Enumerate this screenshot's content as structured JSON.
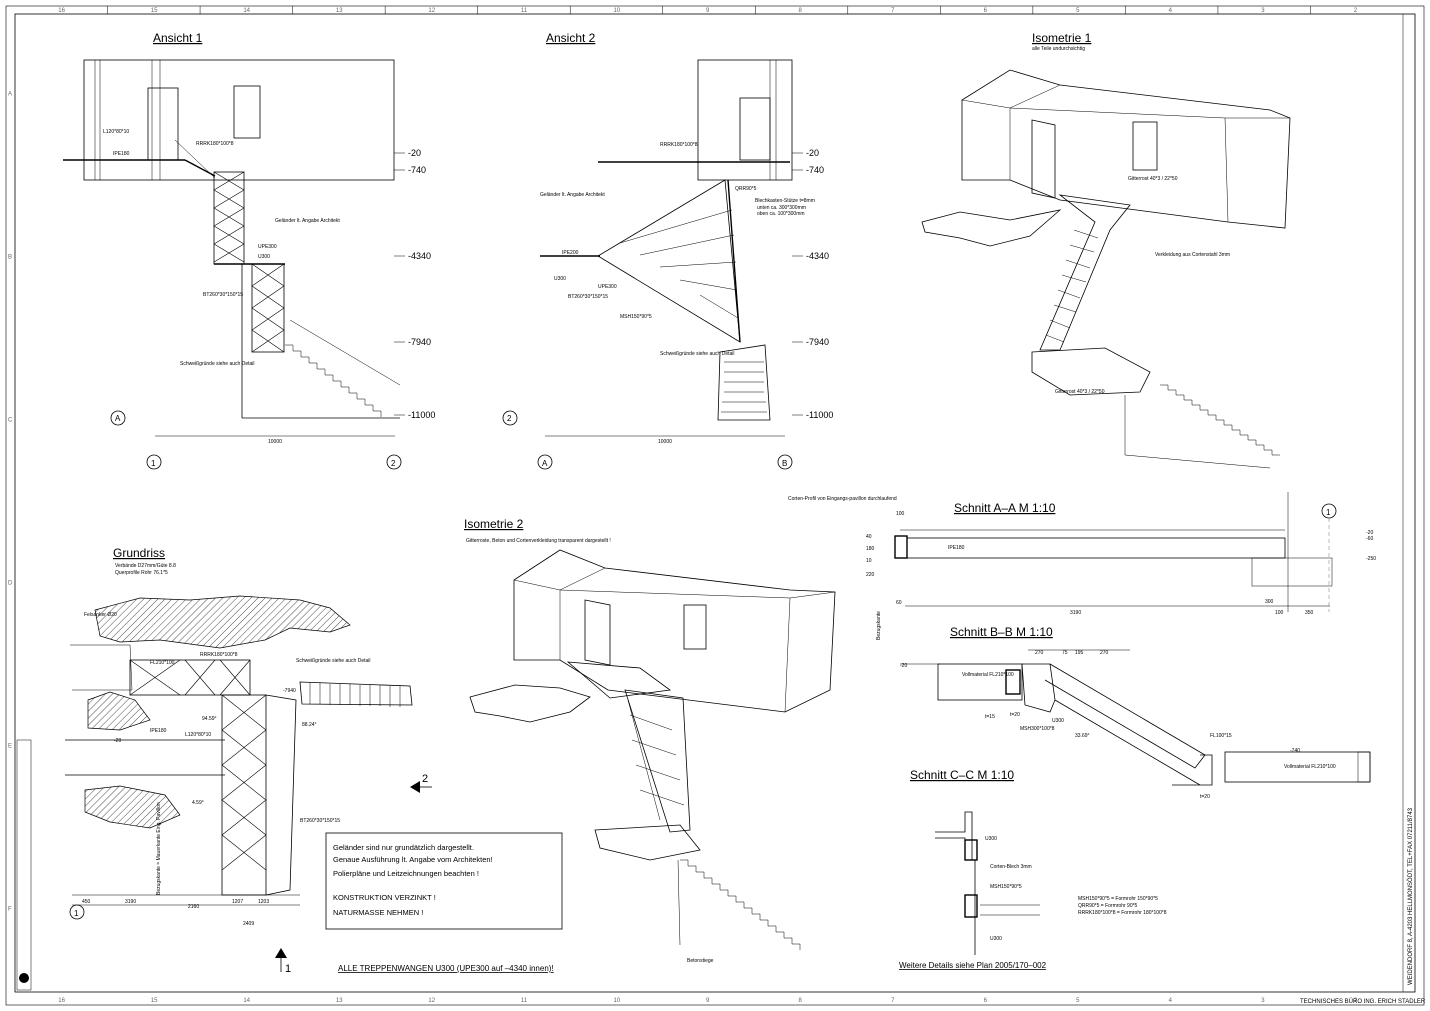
{
  "views": {
    "ansicht1": {
      "title": "Ansicht 1",
      "grid_left": "A",
      "axis_left": "1",
      "axis_right": "2",
      "dim": "10000",
      "labels": [
        "L120*80*10",
        "IPE180",
        "RRRK180*100*8",
        "Geländer lt. Angabe Architekt",
        "UPE300",
        "U300",
        "BT260*30*150*15",
        "Schweißgründe siehe auch Detail"
      ]
    },
    "ansicht2": {
      "title": "Ansicht 2",
      "grid_left": "2",
      "axis_left": "A",
      "axis_right": "B",
      "dim": "10000",
      "labels": [
        "RRRK180*100*8",
        "Geländer lt. Angabe Architekt",
        "IPE200",
        "U300",
        "UPE300",
        "BT260*30*150*15",
        "MSH150*90*5",
        "QRR90*5",
        "Blechkasten-Stütze t=8mm",
        "unten ca. 300*300mm",
        "oben ca. 100*300mm",
        "Schweißgründe siehe auch Detail"
      ]
    },
    "isometrie1": {
      "title": "Isometrie 1",
      "subtitle": "alle Teile undurchsichtig",
      "labels": [
        "Gitterrost 40*3 / 22*50",
        "Verkleidung aus Cortenstahl 3mm",
        "Gitterrost 40*3 / 22*50"
      ]
    },
    "isometrie2": {
      "title": "Isometrie 2",
      "subtitle": "Gitterroste, Beton und Cortenverkleidung transparent dargestellt !",
      "label": "Betonstiege"
    },
    "grundriss": {
      "title": "Grundriss",
      "subtitle1": "Verbände D27mm/Güte 8.8",
      "subtitle2": "Querprofile Rohr 76.1*5",
      "labels": [
        "Felsanker Ø20",
        "FL210*100",
        "RRRK180*100*8",
        "Schweißgründe siehe auch Detail",
        "IPE180",
        "L120*80*10",
        "BT260*30*150*15",
        "Bezugskante = Mauerkante Eing. Pavillon"
      ],
      "dims": [
        "3190",
        "2160",
        "1207",
        "1203",
        "2409",
        "450",
        "4.59°",
        "94.59°",
        "88.24°",
        "-7940",
        "-20"
      ],
      "arrow2": "2",
      "arrow1": "1",
      "axis": "1"
    },
    "schnittA": {
      "title": "Schnitt A–A    M 1:10",
      "axis": "1",
      "labels": [
        "Corten-Profil von Eingangs-pavillon durchlaufend",
        "IPE180",
        "Bezugskante"
      ],
      "dims": [
        "3190",
        "300",
        "100",
        "350",
        "-20",
        "-60",
        "-250",
        "100",
        "40",
        "180",
        "10",
        "220",
        "60"
      ]
    },
    "schnittB": {
      "title": "Schnitt B–B    M 1:10",
      "labels": [
        "Vollmaterial FL210*100",
        "MSH300*100*8",
        "U300",
        "FL100*15",
        "Vollmaterial FL210*100",
        "t=15",
        "t=20",
        "t=20",
        "33.69°",
        "-740",
        "-20"
      ],
      "dims": [
        "270",
        "75",
        "195",
        "270"
      ]
    },
    "schnittC": {
      "title": "Schnitt C–C    M 1:10",
      "labels": [
        "U300",
        "Corten-Blech 3mm",
        "MSH150*90*5",
        "U300"
      ],
      "legend": [
        "MSH150*90*5 = Formrohr 150*90*5",
        "QRR90*5 = Formrohr 90*5",
        "RRRK180*100*8 = Formrohr 180*100*8"
      ]
    }
  },
  "levels": [
    "-20",
    "-740",
    "-4340",
    "-7940",
    "-11000"
  ],
  "notes": {
    "line1": "Geländer sind nur grundätzlich dargestellt.",
    "line2": "Genaue Ausführung lt. Angabe vom Architekten!",
    "line3": "Polierpläne und Leitzeichnungen beachten !",
    "line4": "KONSTRUKTION VERZINKT !",
    "line5": "NATURMASSE NEHMEN !"
  },
  "footer": {
    "treppenwangen": "ALLE TREPPENWANGEN U300 (UPE300 auf –4340 innen)!",
    "details": "Weitere Details siehe Plan 2005/170–002",
    "office": "TECHNISCHES BÜRO    ING. ERICH STADLER",
    "address": "WEIDENDORF 8, A-4203 HELLMONSÖDT, TEL+FAX 07211/8743"
  },
  "border": {
    "cols": [
      "16",
      "15",
      "14",
      "13",
      "12",
      "11",
      "10",
      "9",
      "8",
      "7",
      "6",
      "5",
      "4",
      "3",
      "2"
    ],
    "rows": [
      "A",
      "B",
      "C",
      "D",
      "E",
      "F"
    ]
  }
}
